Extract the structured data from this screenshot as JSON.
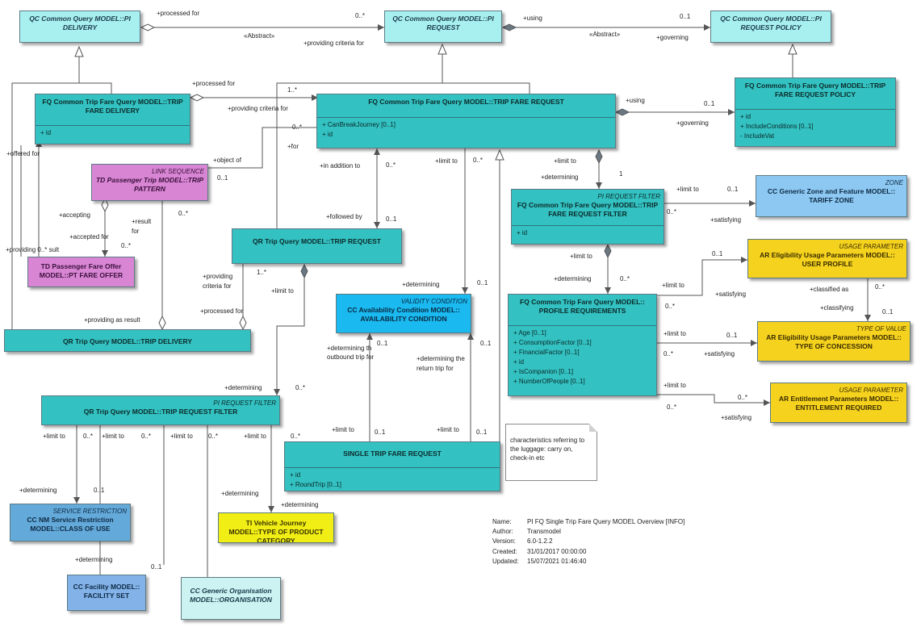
{
  "classes": {
    "pi_delivery": {
      "title": "QC Common Query MODEL::PI DELIVERY"
    },
    "pi_request": {
      "title": "QC Common Query MODEL::PI REQUEST"
    },
    "pi_request_policy": {
      "title": "QC Common Query MODEL::PI REQUEST POLICY"
    },
    "trip_fare_delivery": {
      "title": "FQ Common Trip Fare Query MODEL::TRIP FARE DELIVERY",
      "attrs": [
        "+   id"
      ]
    },
    "trip_fare_request": {
      "title": "FQ Common Trip Fare Query MODEL::TRIP FARE REQUEST",
      "attrs": [
        "+   CanBreakJourney [0..1]",
        "+   id"
      ]
    },
    "trip_fare_request_policy": {
      "title": "FQ Common Trip Fare Query MODEL::TRIP FARE REQUEST POLICY",
      "attrs": [
        "+   id",
        "+   IncludeConditions [0..1]",
        "-    IncludeVat"
      ]
    },
    "trip_pattern": {
      "stereo": "LINK SEQUENCE",
      "title": "TD Passenger Trip MODEL::TRIP PATTERN"
    },
    "pt_fare_offer": {
      "title": "TD Passenger Fare Offer MODEL::PT FARE OFFER"
    },
    "trip_request": {
      "title": "QR Trip Query MODEL::TRIP REQUEST"
    },
    "trip_delivery": {
      "title": "QR Trip Query MODEL::TRIP DELIVERY"
    },
    "trip_fare_request_filter": {
      "stereo": "PI REQUEST FILTER",
      "title": "FQ Common Trip Fare Query MODEL::TRIP FARE REQUEST FILTER",
      "attrs": [
        "+   id"
      ]
    },
    "tariff_zone": {
      "stereo": "ZONE",
      "title": "CC Generic Zone and Feature MODEL:: TARIFF ZONE"
    },
    "user_profile": {
      "stereo": "USAGE PARAMETER",
      "title": "AR Eligibility Usage Parameters MODEL:: USER PROFILE"
    },
    "type_of_concession": {
      "stereo": "TYPE OF VALUE",
      "title": "AR Eligibility Usage Parameters MODEL:: TYPE OF CONCESSION"
    },
    "entitlement_required": {
      "stereo": "USAGE PARAMETER",
      "title": "AR Entitlement Parameters MODEL:: ENTITLEMENT REQUIRED"
    },
    "profile_requirements": {
      "title": "FQ Common Trip Fare Query MODEL:: PROFILE REQUIREMENTS",
      "attrs": [
        "+   Age [0..1]",
        "+   ConsumptionFactor [0..1]",
        "+   FinancialFactor [0..1]",
        "+   id",
        "+   IsCompanion [0..1]",
        "+   NumberOfPeople [0..1]"
      ]
    },
    "availability_condition": {
      "stereo": "VALIDITY CONDITION",
      "title": "CC Availability Condition MODEL:: AVAILABILITY CONDITION"
    },
    "trip_request_filter": {
      "stereo": "PI REQUEST FILTER",
      "title": "QR Trip Query MODEL::TRIP REQUEST FILTER"
    },
    "single_trip_fare_request": {
      "title": "SINGLE TRIP FARE REQUEST",
      "attrs": [
        "+   id",
        "+   RoundTrip [0..1]"
      ]
    },
    "class_of_use": {
      "stereo": "SERVICE RESTRICTION",
      "title": "CC NM Service Restriction MODEL::CLASS OF USE"
    },
    "type_of_product_category": {
      "title": "TI Vehicle Journey MODEL::TYPE OF PRODUCT CATEGORY"
    },
    "facility_set": {
      "title": "CC Facility MODEL:: FACILITY SET"
    },
    "organisation": {
      "title": "CC Generic Organisation MODEL::ORGANISATION"
    }
  },
  "labels": [
    {
      "text": "+processed for"
    },
    {
      "text": "0..*"
    },
    {
      "text": "«Abstract»"
    },
    {
      "text": "+providing criteria for"
    },
    {
      "text": "+using"
    },
    {
      "text": "0..1"
    },
    {
      "text": "«Abstract»"
    },
    {
      "text": "+governing"
    },
    {
      "text": "+processed for"
    },
    {
      "text": "1..*"
    },
    {
      "text": "+providing criteria for"
    },
    {
      "text": "0..*"
    },
    {
      "text": "+for"
    },
    {
      "text": "+using"
    },
    {
      "text": "0..1"
    },
    {
      "text": "+governing"
    },
    {
      "text": "+offered for"
    },
    {
      "text": "+object of"
    },
    {
      "text": "0..1"
    },
    {
      "text": "+in addition to"
    },
    {
      "text": "0..*"
    },
    {
      "text": "+limit to"
    },
    {
      "text": "0..*"
    },
    {
      "text": "+limit to"
    },
    {
      "text": "+determining"
    },
    {
      "text": "1"
    },
    {
      "text": "+accepting"
    },
    {
      "text": "+result"
    },
    {
      "text": "for"
    },
    {
      "text": "0..*"
    },
    {
      "text": "+accepted for"
    },
    {
      "text": "0..*"
    },
    {
      "text": "+providing  0..* sult"
    },
    {
      "text": "+followed by"
    },
    {
      "text": "0..1"
    },
    {
      "text": "+limit to"
    },
    {
      "text": "0..1"
    },
    {
      "text": "0..*"
    },
    {
      "text": "+satisfying"
    },
    {
      "text": "+providing"
    },
    {
      "text": "criteria for"
    },
    {
      "text": "1..*"
    },
    {
      "text": "+limit to"
    },
    {
      "text": "+determining"
    },
    {
      "text": "0..1"
    },
    {
      "text": "+limit to"
    },
    {
      "text": "+determining"
    },
    {
      "text": "0..*"
    },
    {
      "text": "0..1"
    },
    {
      "text": "+limit to"
    },
    {
      "text": "0..*"
    },
    {
      "text": "+satisfying"
    },
    {
      "text": "+classified as"
    },
    {
      "text": "0..*"
    },
    {
      "text": "+classifying"
    },
    {
      "text": "0..1"
    },
    {
      "text": "+processed for"
    },
    {
      "text": "+providing as result"
    },
    {
      "text": "+determining th"
    },
    {
      "text": "outbound trip for"
    },
    {
      "text": "0..1"
    },
    {
      "text": "+determining the"
    },
    {
      "text": "return  trip for"
    },
    {
      "text": "0..1"
    },
    {
      "text": "+limit to"
    },
    {
      "text": "0..1"
    },
    {
      "text": "0..*"
    },
    {
      "text": "+satisfying"
    },
    {
      "text": "+limit to"
    },
    {
      "text": "0..*"
    },
    {
      "text": "0..*"
    },
    {
      "text": "+satisfying"
    },
    {
      "text": "+determining"
    },
    {
      "text": "0..*"
    },
    {
      "text": "+limit to"
    },
    {
      "text": "0..*"
    },
    {
      "text": "+limit to"
    },
    {
      "text": "0..*"
    },
    {
      "text": "+limit to"
    },
    {
      "text": "0..*"
    },
    {
      "text": "+limit to"
    },
    {
      "text": "0..*"
    },
    {
      "text": "+limit to"
    },
    {
      "text": "0..1"
    },
    {
      "text": "+limit to"
    },
    {
      "text": "0..1"
    },
    {
      "text": "+determining"
    },
    {
      "text": "0..1"
    },
    {
      "text": "+determining"
    },
    {
      "text": "+determining"
    },
    {
      "text": "+determining"
    },
    {
      "text": "0..1"
    }
  ],
  "note": {
    "lines": [
      "characteristics referring to",
      "the luggage: carry on,",
      "check-in etc"
    ]
  },
  "info": {
    "name_key": "Name:",
    "name": "PI FQ Single Trip Fare Query MODEL Overview [INFO]",
    "author_key": "Author:",
    "author": "Transmodel",
    "version_key": "Version:",
    "version": "6.0-1.2.2",
    "created_key": "Created:",
    "created": "31/01/2017 00:00:00",
    "updated_key": "Updated:",
    "updated": "15/07/2021 01:46:40"
  }
}
